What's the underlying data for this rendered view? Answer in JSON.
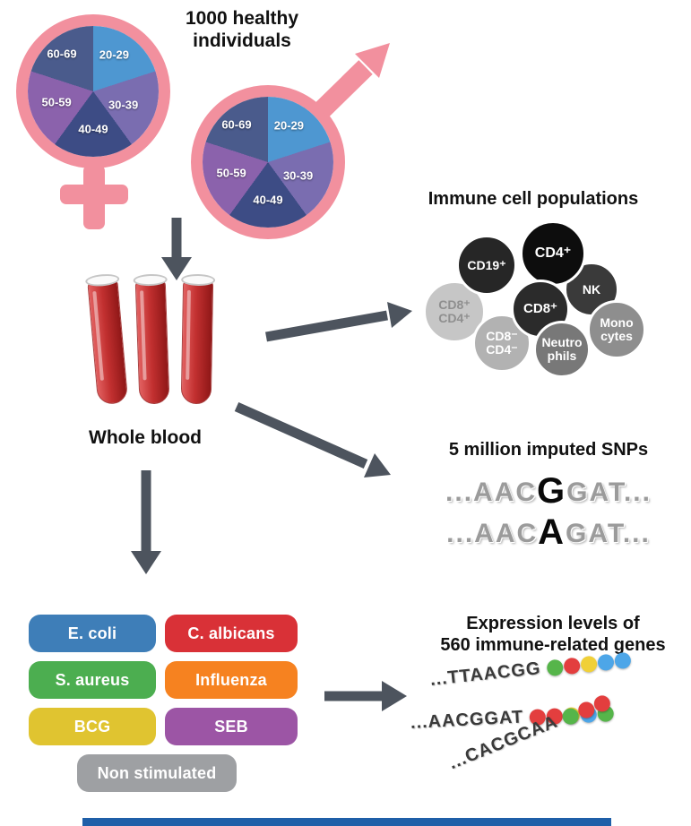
{
  "header": {
    "title": "1000 healthy\nindividuals"
  },
  "cohort": {
    "symbol_color": "#F2909E",
    "age_slices": [
      {
        "label": "20-29",
        "color": "#4E97D1"
      },
      {
        "label": "30-39",
        "color": "#7A6DB0"
      },
      {
        "label": "40-49",
        "color": "#3D4C85"
      },
      {
        "label": "50-59",
        "color": "#8B62AC"
      },
      {
        "label": "60-69",
        "color": "#4A5B8C"
      }
    ]
  },
  "blood": {
    "label": "Whole blood"
  },
  "immune_cells": {
    "title": "Immune cell populations",
    "cells": [
      {
        "label": "CD19⁺",
        "color": "#262626",
        "text_color": "#FFFFFF"
      },
      {
        "label": "CD4⁺",
        "color": "#0D0D0D",
        "text_color": "#FFFFFF"
      },
      {
        "label": "NK",
        "color": "#3A3A3A",
        "text_color": "#FFFFFF"
      },
      {
        "label": "CD8⁺",
        "color": "#2B2B2B",
        "text_color": "#FFFFFF"
      },
      {
        "label": "CD8⁺\nCD4⁺",
        "color": "#C6C6C6",
        "text_color": "#8F8F8F"
      },
      {
        "label": "CD8⁻\nCD4⁻",
        "color": "#B2B2B2",
        "text_color": "#FFFFFF"
      },
      {
        "label": "Neutro\nphils",
        "color": "#787878",
        "text_color": "#FFFFFF"
      },
      {
        "label": "Mono\ncytes",
        "color": "#8E8E8E",
        "text_color": "#FFFFFF"
      }
    ]
  },
  "snps": {
    "title": "5 million imputed SNPs",
    "sequences": [
      {
        "pre": "...AAC",
        "mut": "G",
        "post": "GAT..."
      },
      {
        "pre": "...AAC",
        "mut": "A",
        "post": "GAT..."
      }
    ]
  },
  "stimuli": {
    "items": [
      {
        "label": "E. coli",
        "color": "#3E7EB8"
      },
      {
        "label": "C. albicans",
        "color": "#D93137"
      },
      {
        "label": "S. aureus",
        "color": "#4CAE50"
      },
      {
        "label": "Influenza",
        "color": "#F68220"
      },
      {
        "label": "BCG",
        "color": "#E0C430"
      },
      {
        "label": "SEB",
        "color": "#9C55A5"
      },
      {
        "label": "Non stimulated",
        "color": "#9EA0A3"
      }
    ]
  },
  "expression": {
    "title": "Expression levels of\n560 immune-related genes",
    "sequences": [
      {
        "text": "...TTAACGG",
        "beads": [
          "#56B54A",
          "#E33E3E",
          "#F0D038",
          "#4DA6E8",
          "#4DA6E8"
        ]
      },
      {
        "text": "...AACGGAT",
        "beads": [
          "#E33E3E",
          "#E33E3E",
          "#F0D038",
          "#4DA6E8",
          "#56B54A"
        ]
      },
      {
        "text": "...CACGCAA",
        "beads": [
          "#56B54A",
          "#E33E3E",
          "#E33E3E"
        ]
      }
    ]
  },
  "footer": {
    "strip_color": "#1F5FA8"
  }
}
